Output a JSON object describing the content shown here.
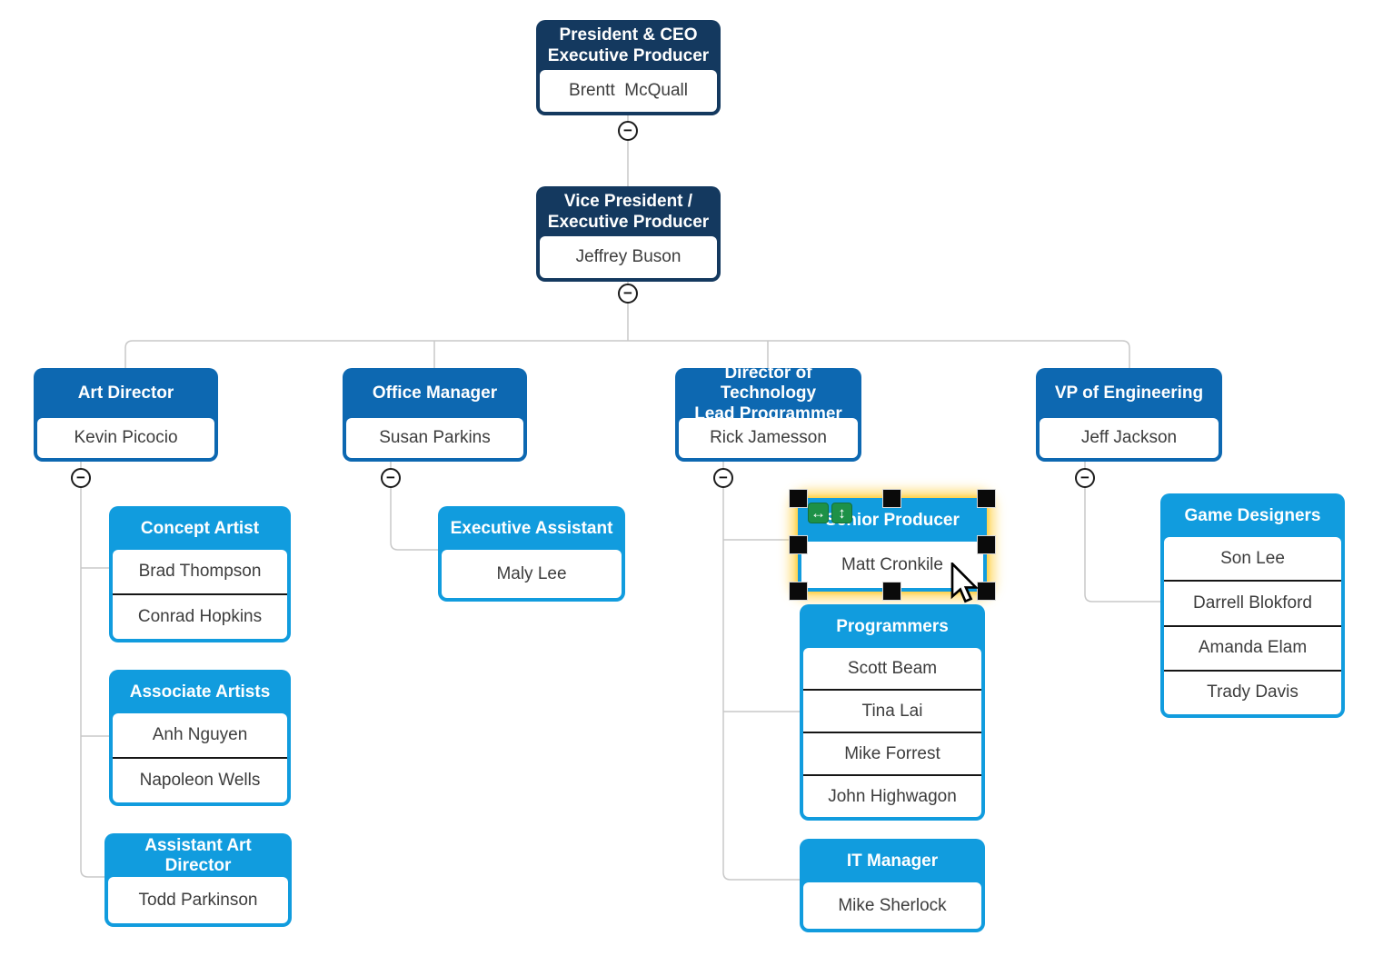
{
  "palette": {
    "navy": "#14395f",
    "blue": "#0d68b1",
    "lightblue": "#119cde",
    "line": "#c8c8c8",
    "green": "#1e9147",
    "glow": "#ffd24a",
    "text": "#3d3d3d"
  },
  "nodes": {
    "president": {
      "title": "President & CEO\nExecutive Producer",
      "names": [
        "Brentt  McQuall"
      ]
    },
    "vice_president": {
      "title": "Vice President /\nExecutive Producer",
      "names": [
        "Jeffrey Buson"
      ]
    },
    "art_director": {
      "title": "Art Director",
      "names": [
        "Kevin Picocio"
      ]
    },
    "office_manager": {
      "title": "Office Manager",
      "names": [
        "Susan Parkins"
      ]
    },
    "director_technology": {
      "title": "Director of Technology\nLead Programmer",
      "names": [
        "Rick Jamesson"
      ]
    },
    "vp_engineering": {
      "title": "VP of Engineering",
      "names": [
        "Jeff Jackson"
      ]
    },
    "concept_artist": {
      "title": "Concept Artist",
      "names": [
        "Brad Thompson",
        "Conrad Hopkins"
      ]
    },
    "associate_artists": {
      "title": "Associate Artists",
      "names": [
        "Anh Nguyen",
        "Napoleon Wells"
      ]
    },
    "assistant_art_director": {
      "title": "Assistant Art Director",
      "names": [
        "Todd Parkinson"
      ]
    },
    "executive_assistant": {
      "title": "Executive Assistant",
      "names": [
        "Maly Lee"
      ]
    },
    "senior_producer": {
      "title": "Senior Producer",
      "names": [
        "Matt Cronkile"
      ],
      "selected": true
    },
    "programmers": {
      "title": "Programmers",
      "names": [
        "Scott Beam",
        "Tina Lai",
        "Mike Forrest",
        "John Highwagon"
      ]
    },
    "it_manager": {
      "title": "IT Manager",
      "names": [
        "Mike Sherlock"
      ]
    },
    "game_designers": {
      "title": "Game Designers",
      "names": [
        "Son Lee",
        "Darrell Blokford",
        "Amanda Elam",
        "Trady Davis"
      ]
    }
  },
  "controls": {
    "collapse_glyph": "−"
  },
  "selection": {
    "selected_node": "Senior Producer",
    "icons": [
      {
        "name": "horizontal-arrows",
        "glyph": "↔"
      },
      {
        "name": "vertical-arrows",
        "glyph": "↕"
      }
    ]
  }
}
